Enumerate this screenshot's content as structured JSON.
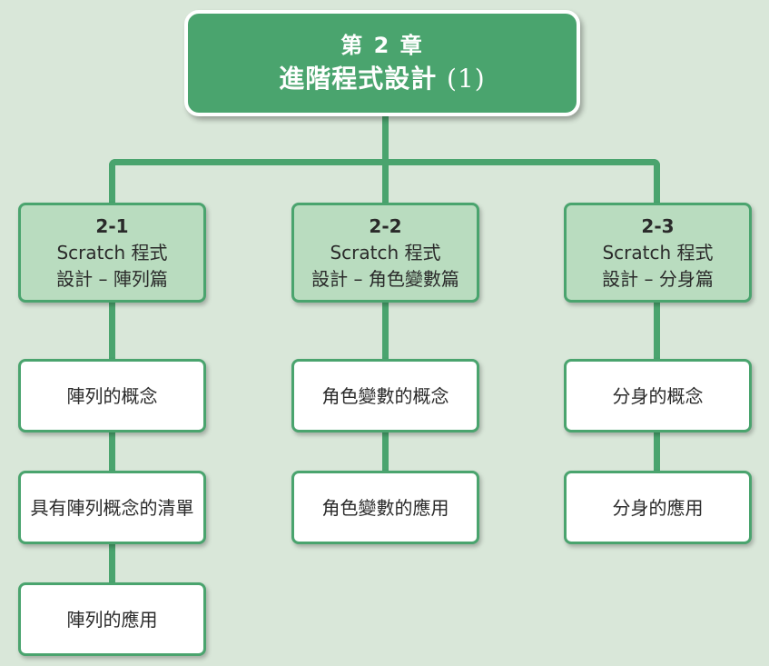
{
  "colors": {
    "background": "#d9e7d9",
    "accent": "#4aa46e",
    "section_fill": "#b9dcbf",
    "leaf_fill": "#ffffff",
    "root_text": "#ffffff",
    "body_text": "#2a2a2a"
  },
  "root": {
    "chapter": "第 2 章",
    "title": "進階程式設計",
    "suffix": "(1)"
  },
  "sections": [
    {
      "number": "2-1",
      "line1": "Scratch 程式",
      "line2": "設計 – 陣列篇",
      "topics": [
        "陣列的概念",
        "具有陣列概念的清單",
        "陣列的應用"
      ]
    },
    {
      "number": "2-2",
      "line1": "Scratch 程式",
      "line2": "設計 – 角色變數篇",
      "topics": [
        "角色變數的概念",
        "角色變數的應用"
      ]
    },
    {
      "number": "2-3",
      "line1": "Scratch 程式",
      "line2": "設計 – 分身篇",
      "topics": [
        "分身的概念",
        "分身的應用"
      ]
    }
  ]
}
